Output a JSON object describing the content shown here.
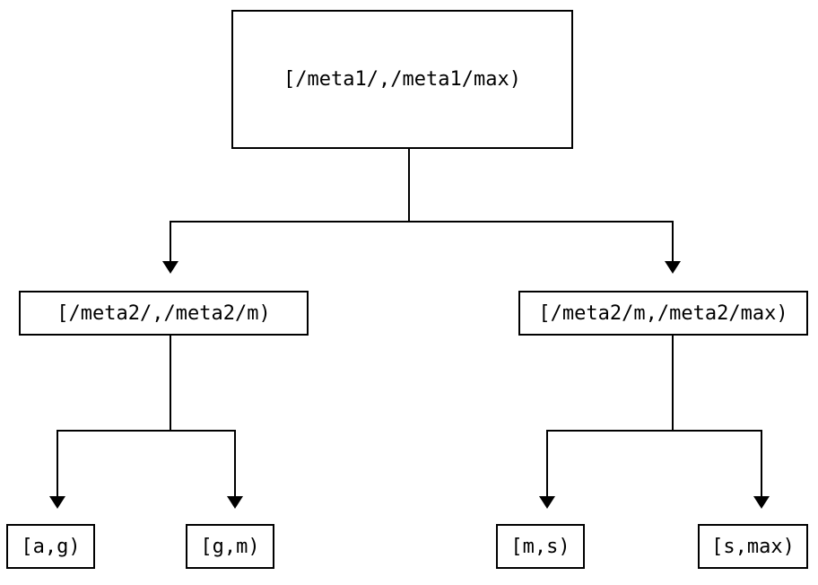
{
  "diagram": {
    "type": "binary-partition-tree",
    "orientation": "top-down",
    "levels": 3,
    "line_color": "#000000",
    "background_color": "#ffffff",
    "text_color": "#000000",
    "nodes": {
      "root": {
        "label": "[/meta1/,/meta1/max)",
        "level": 0
      },
      "mid_left": {
        "label": "[/meta2/,/meta2/m)",
        "level": 1
      },
      "mid_right": {
        "label": "[/meta2/m,/meta2/max)",
        "level": 1
      },
      "leaf_1": {
        "label": "[a,g)",
        "level": 2
      },
      "leaf_2": {
        "label": "[g,m)",
        "level": 2
      },
      "leaf_3": {
        "label": "[m,s)",
        "level": 2
      },
      "leaf_4": {
        "label": "[s,max)",
        "level": 2
      }
    },
    "edges": [
      {
        "from": "root",
        "to": "mid_left",
        "arrow": "down"
      },
      {
        "from": "root",
        "to": "mid_right",
        "arrow": "down"
      },
      {
        "from": "mid_left",
        "to": "leaf_1",
        "arrow": "down"
      },
      {
        "from": "mid_left",
        "to": "leaf_2",
        "arrow": "down"
      },
      {
        "from": "mid_right",
        "to": "leaf_3",
        "arrow": "down"
      },
      {
        "from": "mid_right",
        "to": "leaf_4",
        "arrow": "down"
      }
    ]
  }
}
